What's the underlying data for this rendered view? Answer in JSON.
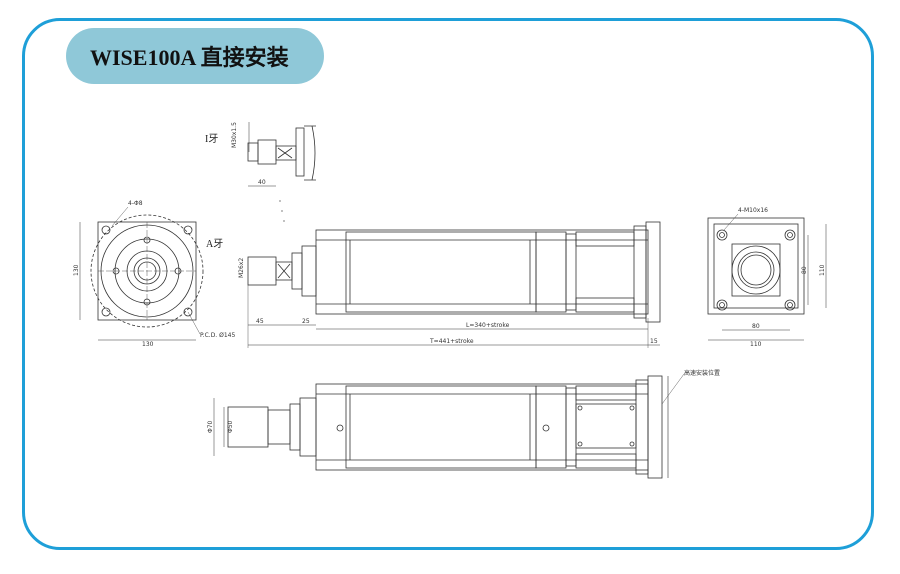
{
  "title": "WISE100A 直接安装",
  "colors": {
    "frame": "#1e9fd8",
    "pill": "#8fc8d8",
    "line": "#333333"
  },
  "detail_i": {
    "label": "I牙",
    "thread": "M30x1.5",
    "dim": "40"
  },
  "detail_a": {
    "label": "A牙",
    "thread": "M26x2"
  },
  "flange_left": {
    "holes": "4-Φ8",
    "pcd": "P.C.D. Ø145",
    "width": "130",
    "height": "130"
  },
  "side_view": {
    "dim_45": "45",
    "dim_25": "25",
    "stroke": "L=340+stroke",
    "total": "T=441+stroke",
    "end": "15"
  },
  "flange_right": {
    "holes": "4-M10x16",
    "inner_v": "80",
    "outer_v": "110",
    "inner_h": "80",
    "outer_h": "110"
  },
  "bottom_view": {
    "motor_note": "高速安装位置",
    "dia_outer": "Φ70",
    "dia_inner": "Φ50"
  }
}
